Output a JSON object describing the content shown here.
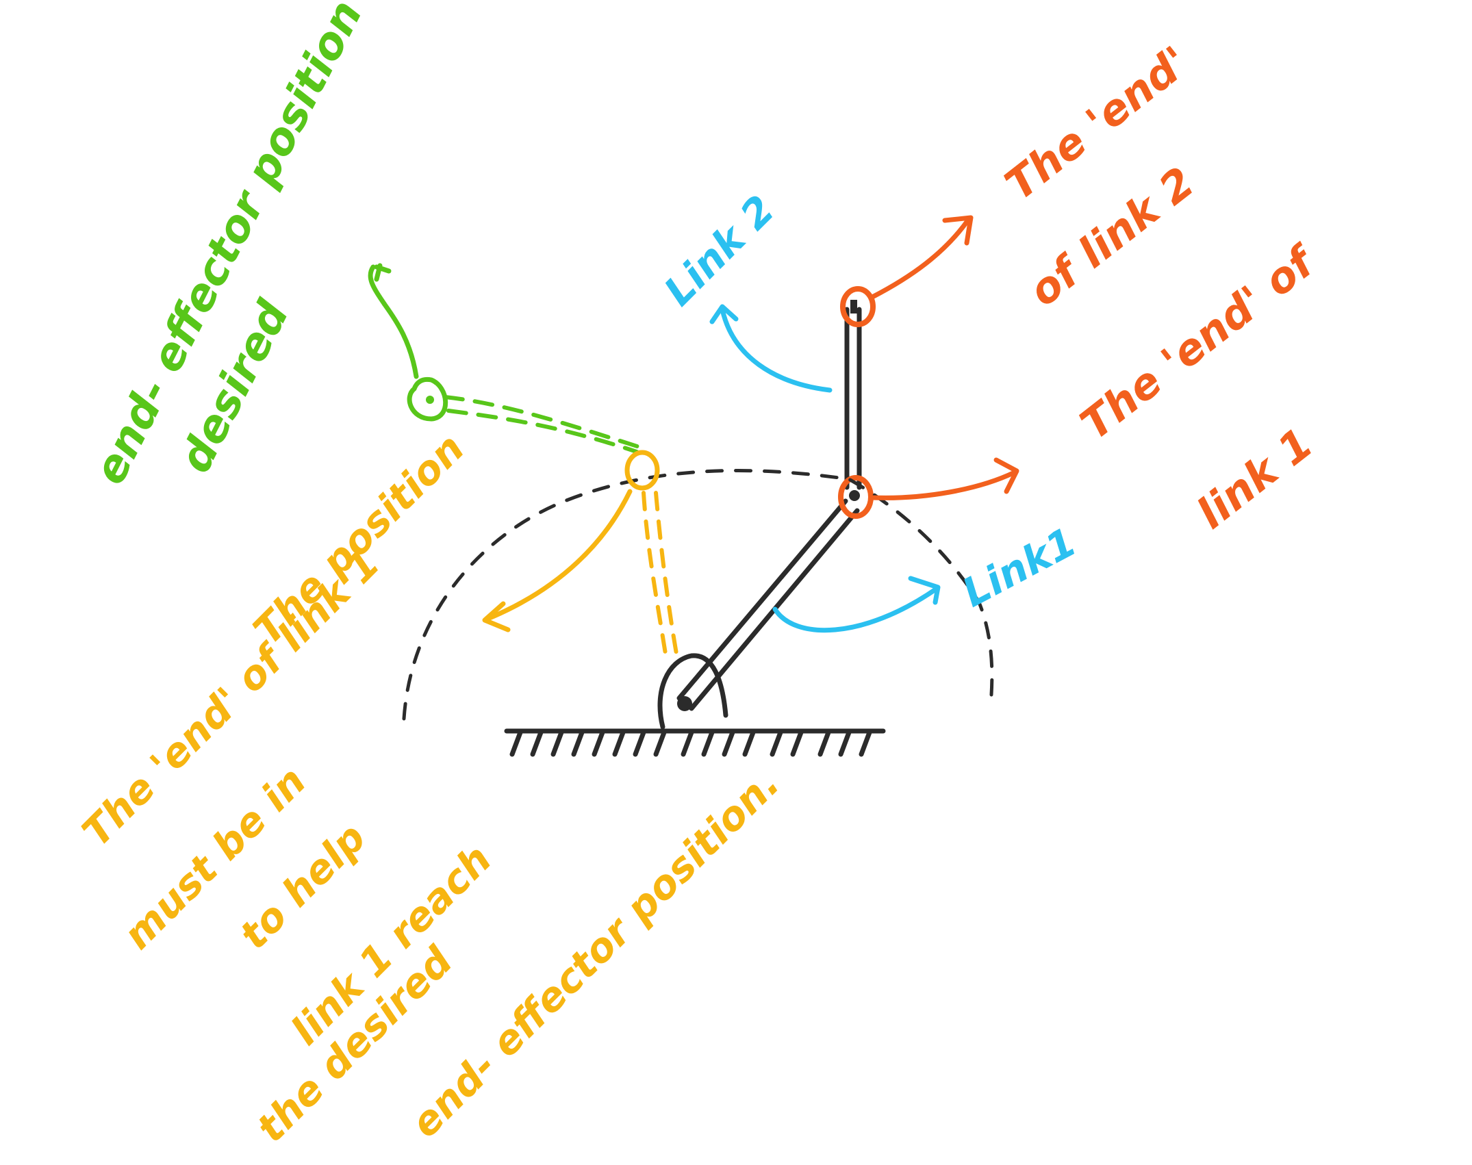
{
  "colors": {
    "green": "#58c61a",
    "orange": "#f2601d",
    "blue": "#2bc0f0",
    "yellow": "#f7b511",
    "black": "#2b2b2b",
    "background": "#ffffff"
  },
  "labels": {
    "desired_position": {
      "line1": "desired",
      "line2": "end- effector position"
    },
    "end_link2": {
      "line1": "The 'end'",
      "line2": "of link 2"
    },
    "end_link1": {
      "line1": "The 'end' of",
      "line2": "link 1"
    },
    "link2": "Link 2",
    "link1": "Link1",
    "yellow_note": {
      "line1": "The position",
      "line2": "The 'end' of link 1",
      "line3": "must be in",
      "line4": "to help",
      "line5": "link 1 reach",
      "line6": "the desired",
      "line7": "end- effector position."
    }
  }
}
